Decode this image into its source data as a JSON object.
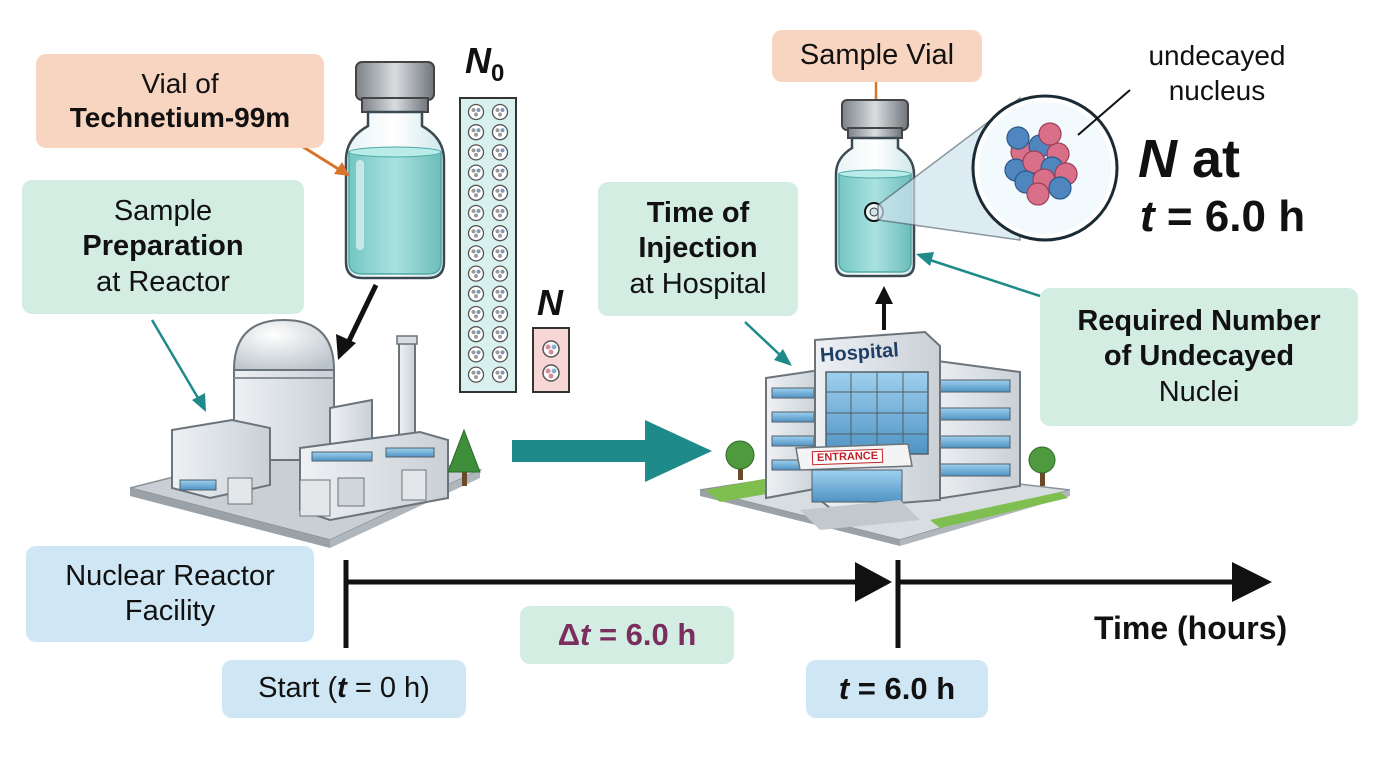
{
  "labels": {
    "vial_line1": "Vial of",
    "vial_line2": "Technetium-99m",
    "prep_line1": "Sample",
    "prep_line2": "Preparation",
    "prep_line3": "at Reactor",
    "n0_symbol": "N",
    "n0_subscript": "0",
    "n_symbol": "N",
    "sample_vial": "Sample Vial",
    "undecayed_line1": "undecayed",
    "undecayed_line2": "nucleus",
    "nat_symbol": "N",
    "nat_word": "at",
    "nat_t_symbol": "t",
    "nat_t_value": "= 6.0 h",
    "injection_line1": "Time of",
    "injection_line2": "Injection",
    "injection_line3": "at Hospital",
    "required_line1": "Required Number",
    "required_line2": "of Undecayed",
    "required_line3": "Nuclei",
    "hospital_sign": "Hospital",
    "entrance_sign": "ENTRANCE",
    "reactor_line1": "Nuclear Reactor",
    "reactor_line2": "Facility",
    "delta_symbol": "Δ",
    "delta_t_symbol": "t",
    "delta_value": "= 6.0 h",
    "start_prefix": "Start (",
    "start_t_symbol": "t",
    "start_suffix": " = 0 h)",
    "t6_symbol": "t",
    "t6_value": " = 6.0 h",
    "time_axis": "Time (hours)"
  },
  "colors": {
    "orange_box": "#f8d5c0",
    "green_box": "#d3ede2",
    "blue_box": "#cfe6f4",
    "teal_arrow": "#1f8a8a",
    "delta_text": "#7a2e5e",
    "liquid": "#8fd3d0"
  }
}
